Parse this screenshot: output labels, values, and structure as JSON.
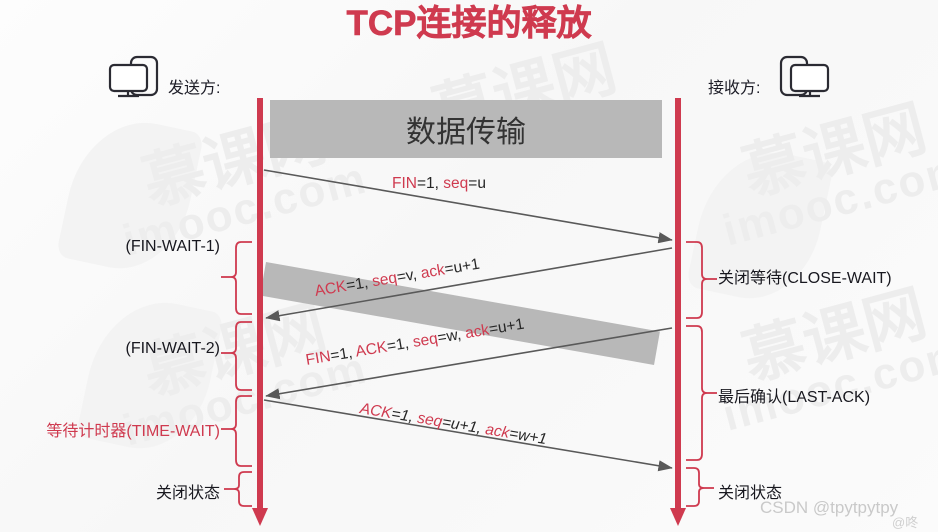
{
  "title": "TCP连接的释放",
  "endpoints": {
    "sender_label": "发送方:",
    "receiver_label": "接收方:",
    "sender_icon": "monitor-icon",
    "receiver_icon": "monitor-icon"
  },
  "boxes": {
    "data_transfer": "数据传输"
  },
  "messages": [
    {
      "id": "msg-1",
      "direction": "sender-to-receiver",
      "parts": [
        {
          "text": "FIN",
          "color": "red"
        },
        {
          "text": "=1, ",
          "color": "dark"
        },
        {
          "text": "seq",
          "color": "red"
        },
        {
          "text": "=u",
          "color": "dark"
        }
      ],
      "plain": "FIN=1, seq=u"
    },
    {
      "id": "msg-2",
      "direction": "receiver-to-sender",
      "parts": [
        {
          "text": "ACK",
          "color": "red"
        },
        {
          "text": "=1, ",
          "color": "dark"
        },
        {
          "text": "seq",
          "color": "red"
        },
        {
          "text": "=v, ",
          "color": "dark"
        },
        {
          "text": "ack",
          "color": "red"
        },
        {
          "text": "=u+1",
          "color": "dark"
        }
      ],
      "plain": "ACK=1, seq=v, ack=u+1"
    },
    {
      "id": "msg-3",
      "direction": "receiver-to-sender",
      "parts": [
        {
          "text": "FIN",
          "color": "red"
        },
        {
          "text": "=1, ",
          "color": "dark"
        },
        {
          "text": "ACK",
          "color": "red"
        },
        {
          "text": "=1, ",
          "color": "dark"
        },
        {
          "text": "seq",
          "color": "red"
        },
        {
          "text": "=w, ",
          "color": "dark"
        },
        {
          "text": "ack",
          "color": "red"
        },
        {
          "text": "=u+1",
          "color": "dark"
        }
      ],
      "plain": "FIN=1, ACK=1, seq=w, ack=u+1"
    },
    {
      "id": "msg-4",
      "direction": "sender-to-receiver",
      "parts": [
        {
          "text": "ACK",
          "color": "red"
        },
        {
          "text": "=1, ",
          "color": "dark"
        },
        {
          "text": "seq",
          "color": "red"
        },
        {
          "text": "=u+1, ",
          "color": "dark"
        },
        {
          "text": "ack",
          "color": "red"
        },
        {
          "text": "=w+1",
          "color": "dark"
        }
      ],
      "plain": "ACK=1, seq=u+1, ack=w+1"
    }
  ],
  "states": {
    "left": [
      {
        "id": "fin-wait-1",
        "label": "(FIN-WAIT-1)",
        "color": "black"
      },
      {
        "id": "fin-wait-2",
        "label": "(FIN-WAIT-2)",
        "color": "black"
      },
      {
        "id": "time-wait",
        "label": "等待计时器(TIME-WAIT)",
        "color": "red"
      },
      {
        "id": "closed-left",
        "label": "关闭状态",
        "color": "black"
      }
    ],
    "right": [
      {
        "id": "close-wait",
        "label": "关闭等待(CLOSE-WAIT)",
        "color": "black"
      },
      {
        "id": "last-ack",
        "label": "最后确认(LAST-ACK)",
        "color": "black"
      },
      {
        "id": "closed-right",
        "label": "关闭状态",
        "color": "black"
      }
    ]
  },
  "watermarks": {
    "csdn": "CSDN @tpytpytpy",
    "corner": "@咚",
    "bg_primary": "慕课网",
    "bg_secondary": "imooc.com"
  },
  "colors": {
    "accent_red": "#cf3a4f",
    "timeline_red": "#cf3a4f",
    "gray_box": "#b8b8b8",
    "arrow_gray": "#595959",
    "text_dark": "#18181f"
  }
}
